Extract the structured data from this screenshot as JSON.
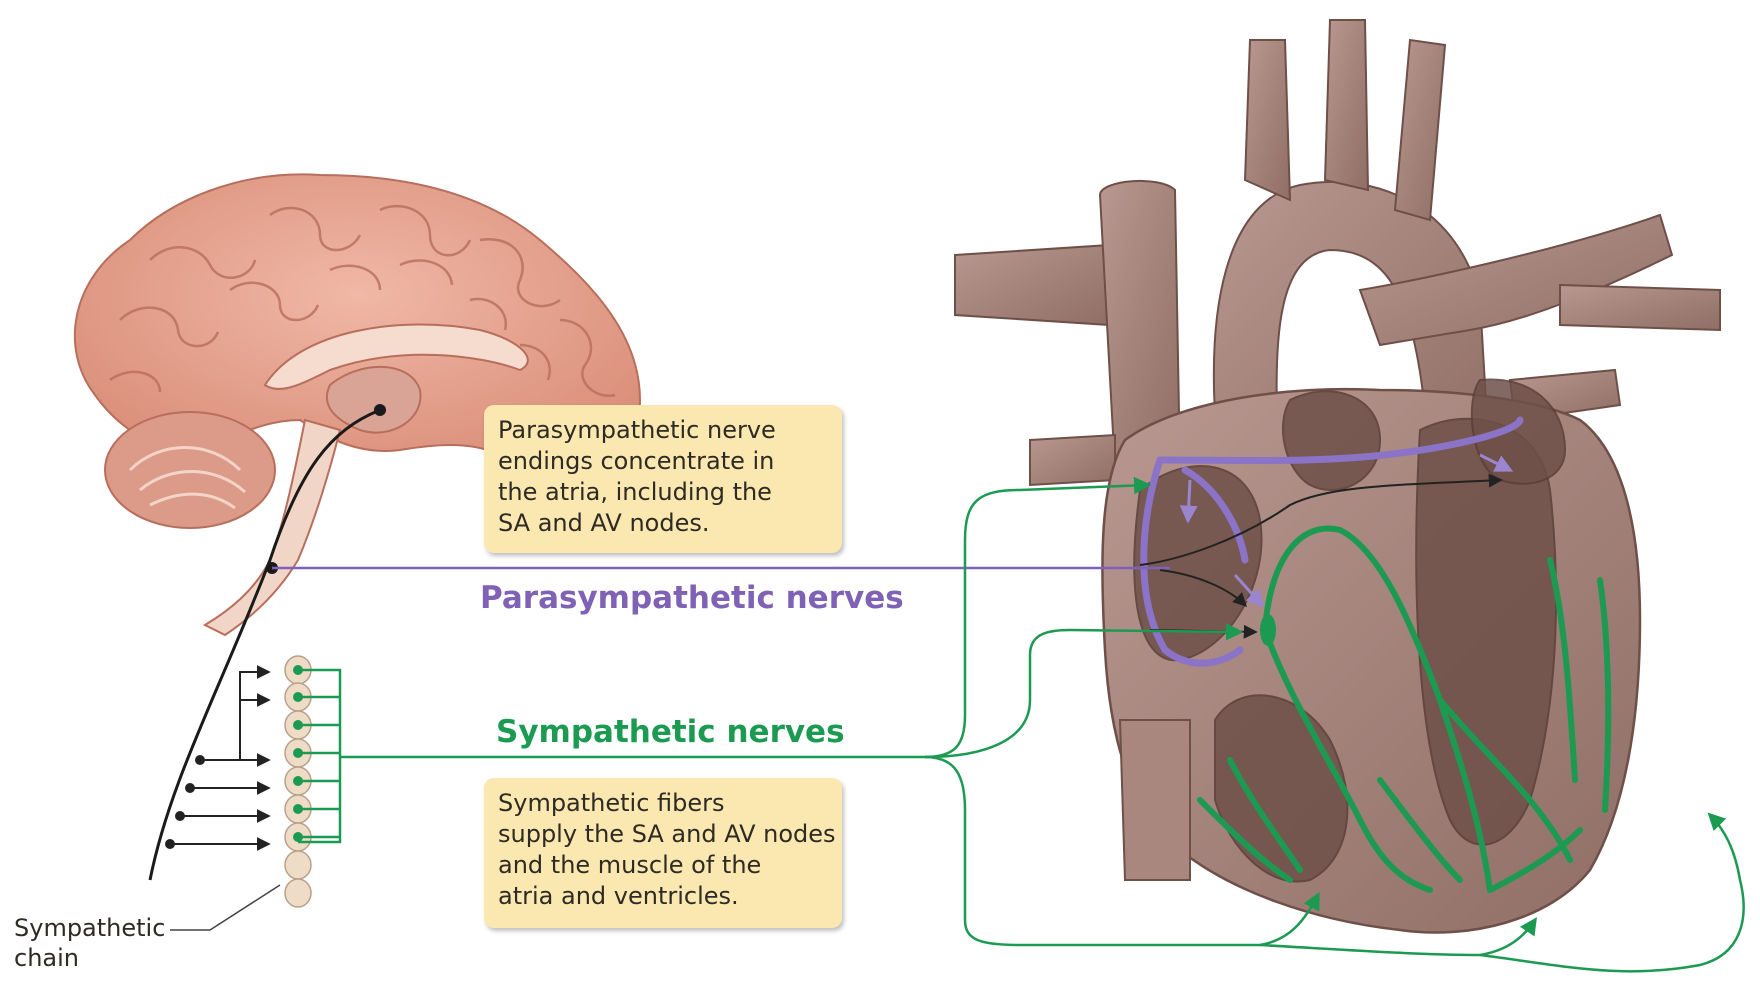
{
  "callouts": {
    "parasympathetic": {
      "lines": [
        "Parasympathetic nerve",
        "endings concentrate in",
        "the atria, including the",
        "SA and AV nodes."
      ]
    },
    "sympathetic": {
      "lines": [
        "Sympathetic fibers",
        "supply the SA and AV nodes",
        "and the muscle of the",
        "atria and ventricles."
      ]
    }
  },
  "labels": {
    "parasympathetic_nerves": "Parasympathetic nerves",
    "sympathetic_nerves": "Sympathetic nerves",
    "sympathetic_chain": [
      "Sympathetic",
      "chain"
    ]
  },
  "colors": {
    "parasympathetic": "#7f62b5",
    "sympathetic": "#1c9a52",
    "callout_fill": "#fbe7b0",
    "brain": "#e4a08e",
    "heart": "#a7857c",
    "heart_interior": "#6e5049"
  }
}
